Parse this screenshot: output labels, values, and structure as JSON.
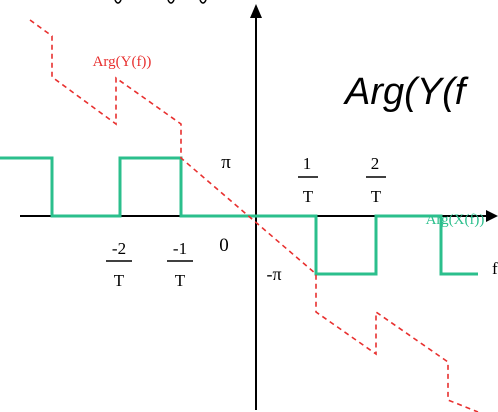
{
  "diagram": {
    "equation_text": "Arg(Y(f",
    "labels": {
      "arg_y": "Arg(Y(f))",
      "arg_x": "Arg(X(f))",
      "pi": "π",
      "neg_pi": "-π",
      "zero": "0",
      "tick_pos1_num": "1",
      "tick_pos1_den": "T",
      "tick_pos2_num": "2",
      "tick_pos2_den": "T",
      "tick_neg1_num": "-1",
      "tick_neg1_den": "T",
      "tick_neg2_num": "-2",
      "tick_neg2_den": "T",
      "axis_f_partial": "f"
    },
    "colors": {
      "arg_x_curve": "#2bbf8c",
      "arg_y_curve": "#e8302f",
      "axes": "#000000",
      "text": "#000000"
    }
  }
}
